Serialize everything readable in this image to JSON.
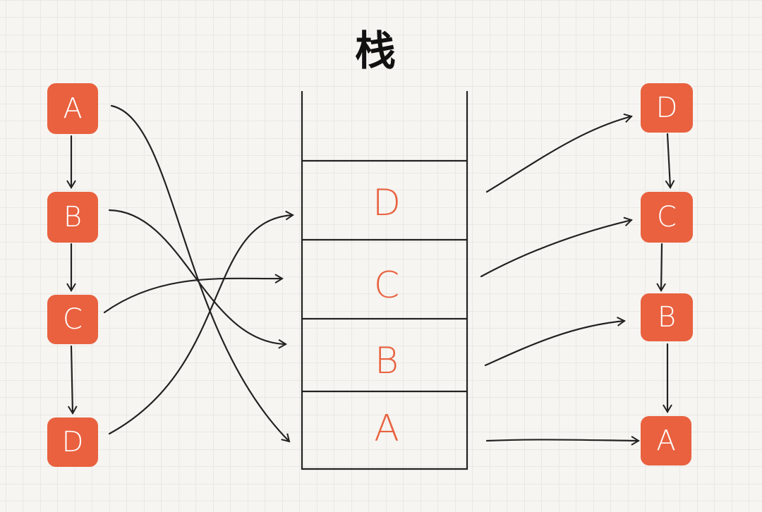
{
  "title": "栈",
  "input_sequence": [
    "A",
    "B",
    "C",
    "D"
  ],
  "stack_contents_top_to_bottom": [
    "D",
    "C",
    "B",
    "A"
  ],
  "output_sequence": [
    "D",
    "C",
    "B",
    "A"
  ],
  "colors": {
    "node": "#e9613f",
    "background": "#f6f5f1",
    "grid": "#dddcd7",
    "line": "#222222"
  }
}
